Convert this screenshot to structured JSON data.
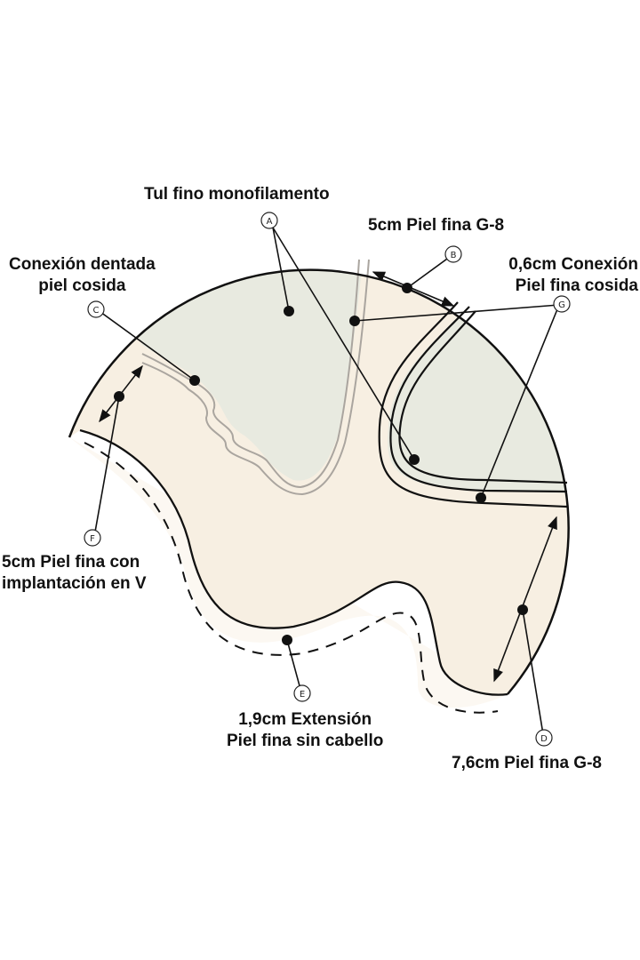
{
  "colors": {
    "background": "#ffffff",
    "skin": "#f7efe2",
    "extension": "#fcf8f2",
    "mono": "#e8eae0",
    "outline": "#111111",
    "gray_edge": "#aaa59f"
  },
  "callouts": [
    {
      "letter": "A",
      "lines": [
        "Tul fino monofilamento"
      ]
    },
    {
      "letter": "B",
      "lines": [
        "5cm Piel fina G-8"
      ]
    },
    {
      "letter": "C",
      "lines": [
        "Conexión dentada",
        "piel cosida"
      ]
    },
    {
      "letter": "G",
      "lines": [
        "0,6cm Conexión",
        "Piel fina cosida"
      ]
    },
    {
      "letter": "F",
      "lines": [
        "5cm Piel fina con",
        "implantación en V"
      ]
    },
    {
      "letter": "E",
      "lines": [
        "1,9cm Extensión",
        "Piel fina sin cabello"
      ]
    },
    {
      "letter": "D",
      "lines": [
        "7,6cm Piel fina G-8"
      ]
    }
  ]
}
